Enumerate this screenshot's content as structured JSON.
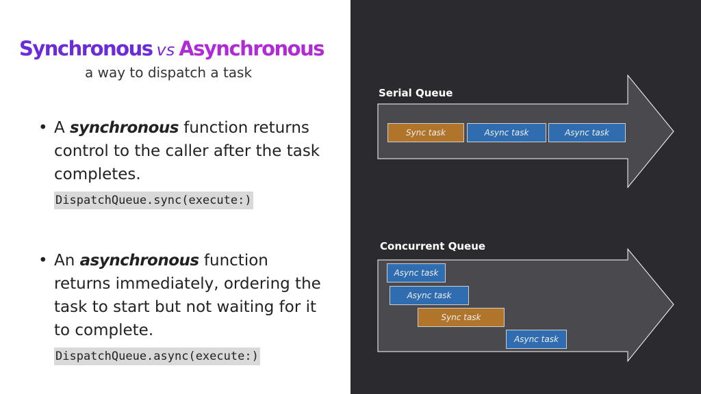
{
  "title": {
    "sync": "Synchronous",
    "vs": "vs",
    "async": "Asynchronous"
  },
  "subtitle": "a way to dispatch a task",
  "bullets": [
    {
      "prefix": "A ",
      "emph": "synchronous",
      "suffix": " function returns control to the caller after the task completes.",
      "code": "DispatchQueue.sync(execute:)"
    },
    {
      "prefix": "An ",
      "emph": "asynchronous",
      "suffix": " function returns immediately, ordering the task to start but not waiting for it to complete.",
      "code": "DispatchQueue.async(execute:)"
    }
  ],
  "serial_queue": {
    "label": "Serial Queue",
    "tasks": [
      "Sync task",
      "Async task",
      "Async task"
    ]
  },
  "concurrent_queue": {
    "label": "Concurrent Queue",
    "tasks": [
      "Async task",
      "Async task",
      "Sync task",
      "Async task"
    ]
  },
  "colors": {
    "sync_task": "#b0742b",
    "async_task": "#2f6cb0",
    "panel": "#2b2b2f",
    "arrow": "#4a4a4e"
  }
}
